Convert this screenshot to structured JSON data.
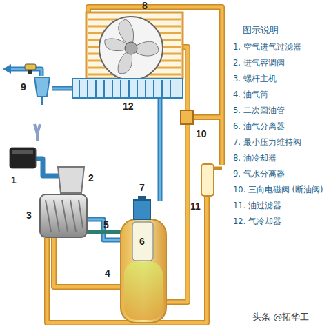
{
  "diagram": {
    "labels": [
      "图示说明",
      "1. 空气进气过滤器",
      "2. 进气容调阀",
      "3. 螺杆主机",
      "4. 油气筒",
      "5. 二次回油管",
      "6. 油气分离器",
      "7. 最小压力维持阀",
      "8. 油冷却器",
      "9. 气水分离器",
      "10. 三向电磁阀 (断油阀)",
      "11. 油过滤器",
      "12. 气冷却器",
      "8",
      "9",
      "12",
      "10",
      "1",
      "2",
      "3",
      "7",
      "11",
      "5",
      "6",
      "4",
      "头条 @拓华工"
    ]
  }
}
